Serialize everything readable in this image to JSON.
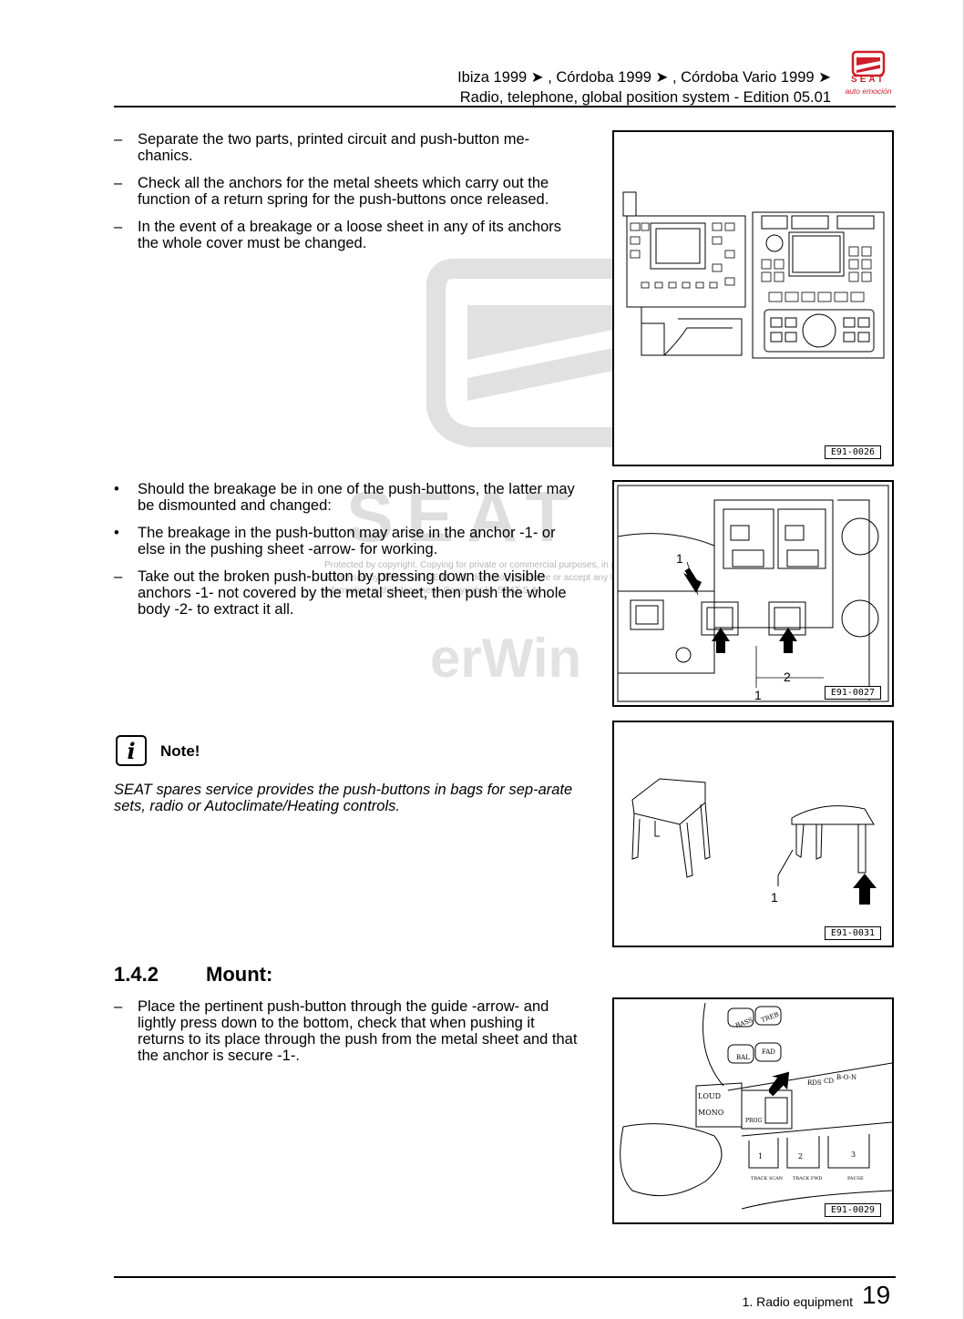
{
  "header": {
    "line1": "Ibiza 1999 ➤ , Córdoba 1999 ➤ , Córdoba Vario 1999 ➤",
    "line2": "Radio, telephone, global position system - Edition 05.01",
    "logo_text": "SEAT",
    "logo_tagline": "auto emoción"
  },
  "block1": [
    {
      "mark": "–",
      "text": "Separate the two parts, printed circuit and push-button me-chanics."
    },
    {
      "mark": "–",
      "text": "Check all the anchors for the metal sheets which carry out the function of a return spring for the push-buttons once released."
    },
    {
      "mark": "–",
      "text": "In the event of a breakage or a loose sheet in any of its anchors the whole cover must be changed."
    }
  ],
  "block2": [
    {
      "mark": "•",
      "text": "Should the breakage be in one of the push-buttons, the latter may be dismounted and changed:"
    },
    {
      "mark": "•",
      "text": "The breakage in the push-button may arise in the anchor -1- or else in the pushing sheet -arrow- for working."
    },
    {
      "mark": "–",
      "text": "Take out the broken push-button by pressing down the visible anchors -1- not covered by the metal sheet, then push the whole body -2- to extract it all."
    }
  ],
  "note": {
    "icon": "info-icon",
    "icon_glyph": "i",
    "title": "Note!",
    "text": "SEAT spares service provides the push-buttons in bags for sep-arate sets, radio or Autoclimate/Heating controls."
  },
  "section": {
    "number": "1.4.2",
    "title": "Mount:"
  },
  "block3": [
    {
      "mark": "–",
      "text": "Place the pertinent push-button through the guide -arrow- and lightly press down to the bottom, check that when pushing it returns to its place through the push from the metal sheet and that the anchor is secure -1-."
    }
  ],
  "figures": {
    "fig1": {
      "code": "E91-0026"
    },
    "fig2": {
      "code": "E91-0027",
      "label_1": "1",
      "label_2": "2",
      "label_1b": "1"
    },
    "fig3": {
      "code": "E91-0031",
      "label_1": "1"
    },
    "fig4": {
      "code": "E91-0029",
      "labels": {
        "bass": "BASS",
        "treb": "TREB",
        "bal": "BAL",
        "fad": "FAD",
        "rds": "RDS",
        "cd": "CD",
        "bon": "B-O-N",
        "loud": "LOUD",
        "mono": "MONO",
        "prog": "PROG",
        "b1": "1",
        "b2": "2",
        "b3": "3",
        "track_scan": "TRACK SCAN",
        "track_fwd": "TRACK FWD",
        "pause": "PAUSE"
      }
    }
  },
  "watermark": {
    "brand": "SEAT",
    "copyright": "Protected by copyright. Copying for private or commercial purposes, in part or in whole, is not permitted unless authorised by SEAT S.A. SEAT S.A. does not guarantee or accept any liability with respect to the correctness of information in this document. Copyright by SEAT S.A.",
    "erwin": "erWin"
  },
  "footer": {
    "chapter": "1. Radio equipment",
    "page": "19"
  }
}
